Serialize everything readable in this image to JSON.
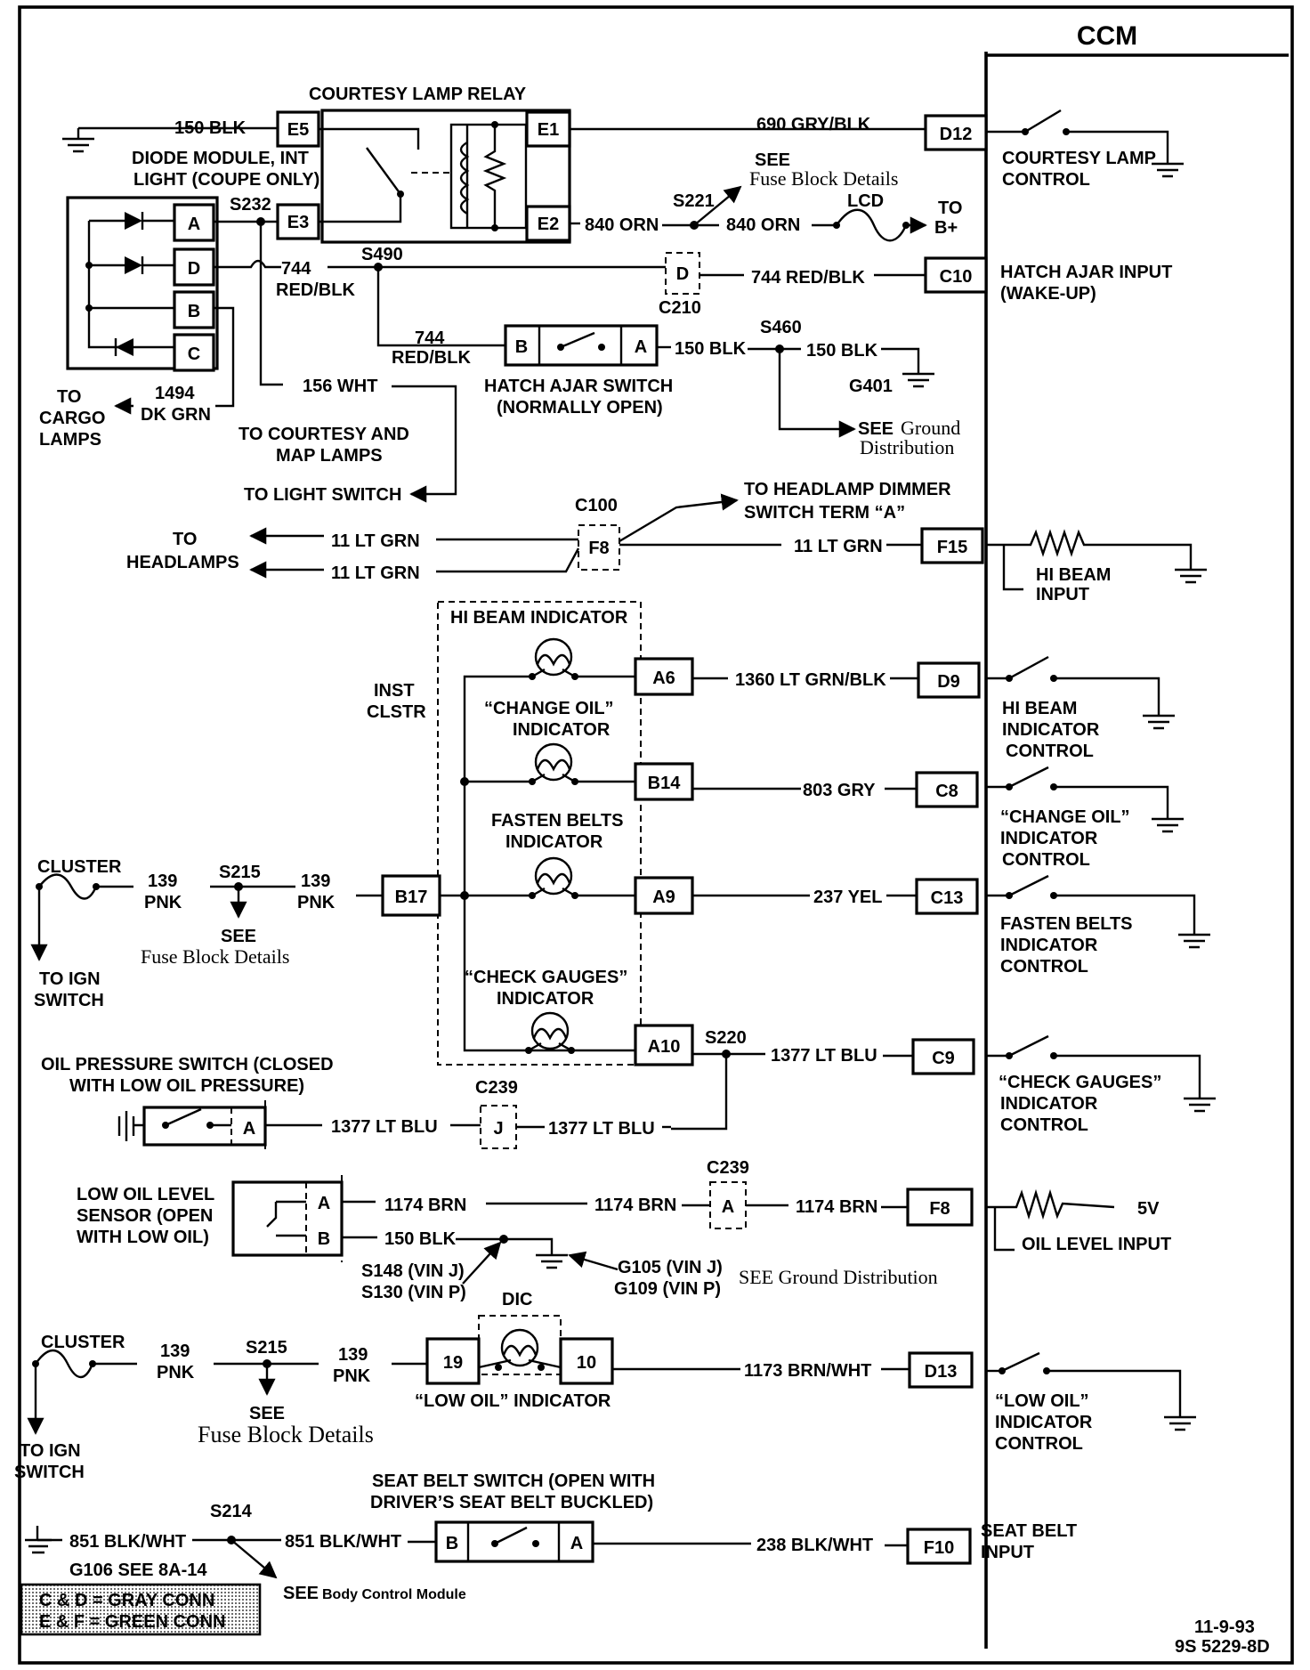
{
  "module": {
    "title": "CCM"
  },
  "relay": {
    "title": "COURTESY LAMP RELAY",
    "pins": [
      "E5",
      "E1",
      "E3",
      "E2"
    ]
  },
  "diode_module": {
    "label1": "DIODE MODULE, INT",
    "label2": "LIGHT (COUPE ONLY)",
    "pins": [
      "A",
      "D",
      "B",
      "C"
    ]
  },
  "wires": {
    "w150blk": "150 BLK",
    "w690": "690 GRY/BLK",
    "w840orn": "840 ORN",
    "w744": "744",
    "w744redblk": "RED/BLK",
    "w744redblk_full": "744 RED/BLK",
    "w1494": "1494",
    "w1494c": "DK GRN",
    "w156": "156 WHT",
    "w11": "11 LT GRN",
    "w1360": "1360 LT GRN/BLK",
    "w803": "803 GRY",
    "w237": "237 YEL",
    "w1377": "1377 LT BLU",
    "w1174": "1174 BRN",
    "w1173": "1173 BRN/WHT",
    "w139": "139",
    "w139c": "PNK",
    "w851": "851 BLK/WHT",
    "w238": "238 BLK/WHT"
  },
  "splices": {
    "s232": "S232",
    "s221": "S221",
    "s490": "S490",
    "s460": "S460",
    "s215": "S215",
    "s220": "S220",
    "s214": "S214",
    "s148": "S148 (VIN J)",
    "s130": "S130 (VIN P)"
  },
  "grounds": {
    "g401": "G401",
    "g105": "G105 (VIN J)",
    "g109": "G109 (VIN P)",
    "g106": "G106  SEE 8A-14"
  },
  "connectors": {
    "c210": "C210",
    "c210pin": "D",
    "c100": "C100",
    "c100pin": "F8",
    "c239": "C239",
    "c239j": "J",
    "c239a": "A"
  },
  "ccm_pins": [
    "D12",
    "C10",
    "F15",
    "D9",
    "C8",
    "C13",
    "C9",
    "F8",
    "D13",
    "F10"
  ],
  "ccm_labels": {
    "courtesy1": "COURTESY LAMP",
    "courtesy2": "CONTROL",
    "hatch1": "HATCH AJAR INPUT",
    "hatch2": "(WAKE-UP)",
    "hibeam_in1": "HI BEAM",
    "hibeam_in2": "INPUT",
    "hibeam_ind1": "HI BEAM",
    "hibeam_ind2": "INDICATOR",
    "hibeam_ind3": "CONTROL",
    "chgoil1": "“CHANGE OIL”",
    "chgoil2": "INDICATOR",
    "chgoil3": "CONTROL",
    "belts1": "FASTEN BELTS",
    "belts2": "INDICATOR",
    "belts3": "CONTROL",
    "gauges1": "“CHECK GAUGES”",
    "gauges2": "INDICATOR",
    "gauges3": "CONTROL",
    "oillevel": "OIL LEVEL INPUT",
    "v5": "5V",
    "lowoil1": "“LOW OIL”",
    "lowoil2": "INDICATOR",
    "lowoil3": "CONTROL",
    "seatbelt1": "SEAT BELT",
    "seatbelt2": "INPUT"
  },
  "cluster": {
    "inst1": "INST",
    "inst2": "CLSTR",
    "pins": [
      "A6",
      "B14",
      "B17",
      "A9",
      "A10"
    ],
    "hibeam": "HI BEAM INDICATOR",
    "chgoil1": "“CHANGE OIL”",
    "chgoil2": "INDICATOR",
    "belts1": "FASTEN BELTS",
    "belts2": "INDICATOR",
    "gauges1": "“CHECK GAUGES”",
    "gauges2": "INDICATOR"
  },
  "labels": {
    "see": "SEE",
    "fuse_block": "Fuse Block Details",
    "lcd": "LCD",
    "to": "TO",
    "bplus": "B+",
    "hatch_switch1": "HATCH  AJAR  SWITCH",
    "hatch_switch2": "(NORMALLY OPEN)",
    "see_ground": "SEE",
    "ground_dist1": "Ground",
    "ground_dist2": "Distribution",
    "cargo1": "TO",
    "cargo2": "CARGO",
    "cargo3": "LAMPS",
    "courtesy_map1": "TO COURTESY AND",
    "courtesy_map2": "MAP LAMPS",
    "light_switch": "TO LIGHT SWITCH",
    "dimmer1": "TO HEADLAMP DIMMER",
    "dimmer2": "SWITCH TERM “A”",
    "headlamps1": "TO",
    "headlamps2": "HEADLAMPS",
    "cluster": "CLUSTER",
    "to_ign1": "TO IGN",
    "to_ign2": "SWITCH",
    "oil_press1": "OIL PRESSURE SWITCH  (CLOSED",
    "oil_press2": "WITH LOW OIL PRESSURE)",
    "oil_level1": "LOW OIL LEVEL",
    "oil_level2": "SENSOR  (OPEN",
    "oil_level3": "WITH LOW OIL)",
    "see_ground_dist": "SEE Ground Distribution",
    "dic": "DIC",
    "dic_pins": [
      "19",
      "10"
    ],
    "low_oil": "“LOW OIL”  INDICATOR",
    "seat_switch1": "SEAT BELT SWITCH  (OPEN WITH",
    "seat_switch2": "DRIVER’S SEAT BELT BUCKLED)",
    "see_bcm_see": "SEE",
    "see_bcm": "Body Control Module",
    "legend1": "C & D = GRAY CONN",
    "legend2": "E & F = GREEN CONN",
    "date": "11-9-93",
    "code": "9S 5229-8D",
    "pin_a": "A",
    "pin_b": "B"
  }
}
